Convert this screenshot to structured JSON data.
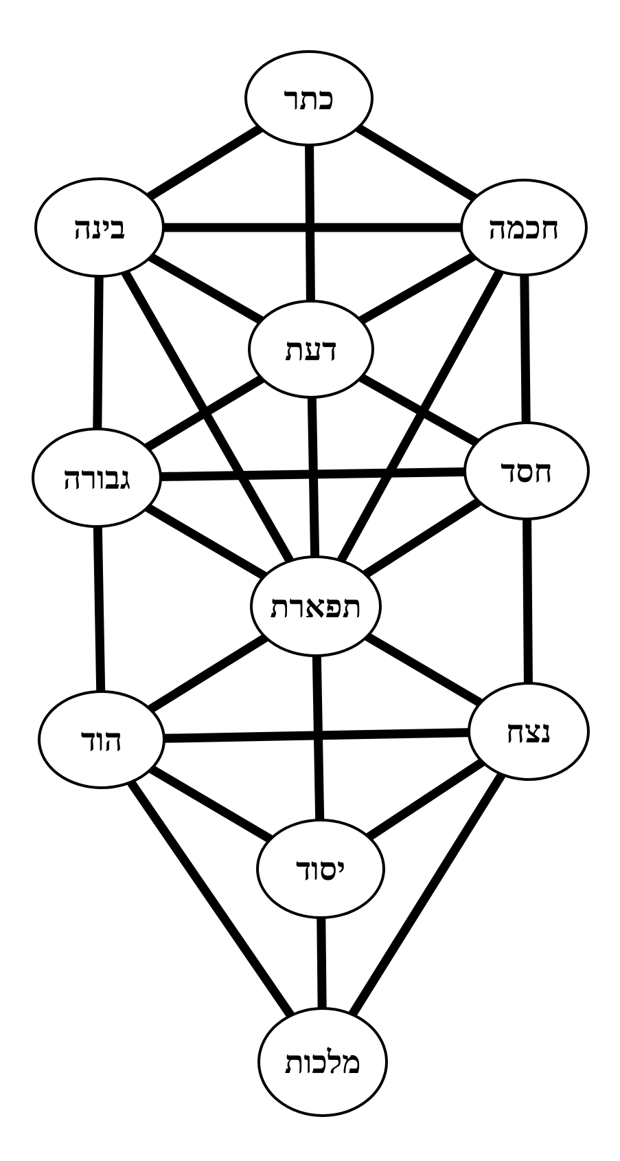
{
  "diagram": {
    "nodes": [
      {
        "id": "keter",
        "label": "כתר"
      },
      {
        "id": "chokhmah",
        "label": "חכמה"
      },
      {
        "id": "binah",
        "label": "בינה"
      },
      {
        "id": "daat",
        "label": "דעת"
      },
      {
        "id": "chesed",
        "label": "חסד"
      },
      {
        "id": "gevurah",
        "label": "גבורה"
      },
      {
        "id": "tiferet",
        "label": "תפארת"
      },
      {
        "id": "netzach",
        "label": "נצח"
      },
      {
        "id": "hod",
        "label": "הוד"
      },
      {
        "id": "yesod",
        "label": "יסוד"
      },
      {
        "id": "malkhut",
        "label": "מלכות"
      }
    ],
    "edges": [
      [
        "keter",
        "chokhmah"
      ],
      [
        "keter",
        "binah"
      ],
      [
        "keter",
        "daat"
      ],
      [
        "binah",
        "chokhmah"
      ],
      [
        "binah",
        "daat"
      ],
      [
        "chokhmah",
        "daat"
      ],
      [
        "binah",
        "gevurah"
      ],
      [
        "chokhmah",
        "chesed"
      ],
      [
        "binah",
        "tiferet"
      ],
      [
        "chokhmah",
        "tiferet"
      ],
      [
        "daat",
        "gevurah"
      ],
      [
        "daat",
        "chesed"
      ],
      [
        "daat",
        "tiferet"
      ],
      [
        "gevurah",
        "chesed"
      ],
      [
        "gevurah",
        "tiferet"
      ],
      [
        "chesed",
        "tiferet"
      ],
      [
        "gevurah",
        "hod"
      ],
      [
        "chesed",
        "netzach"
      ],
      [
        "tiferet",
        "hod"
      ],
      [
        "tiferet",
        "netzach"
      ],
      [
        "tiferet",
        "yesod"
      ],
      [
        "hod",
        "netzach"
      ],
      [
        "hod",
        "yesod"
      ],
      [
        "netzach",
        "yesod"
      ],
      [
        "hod",
        "malkhut"
      ],
      [
        "netzach",
        "malkhut"
      ],
      [
        "yesod",
        "malkhut"
      ]
    ]
  }
}
